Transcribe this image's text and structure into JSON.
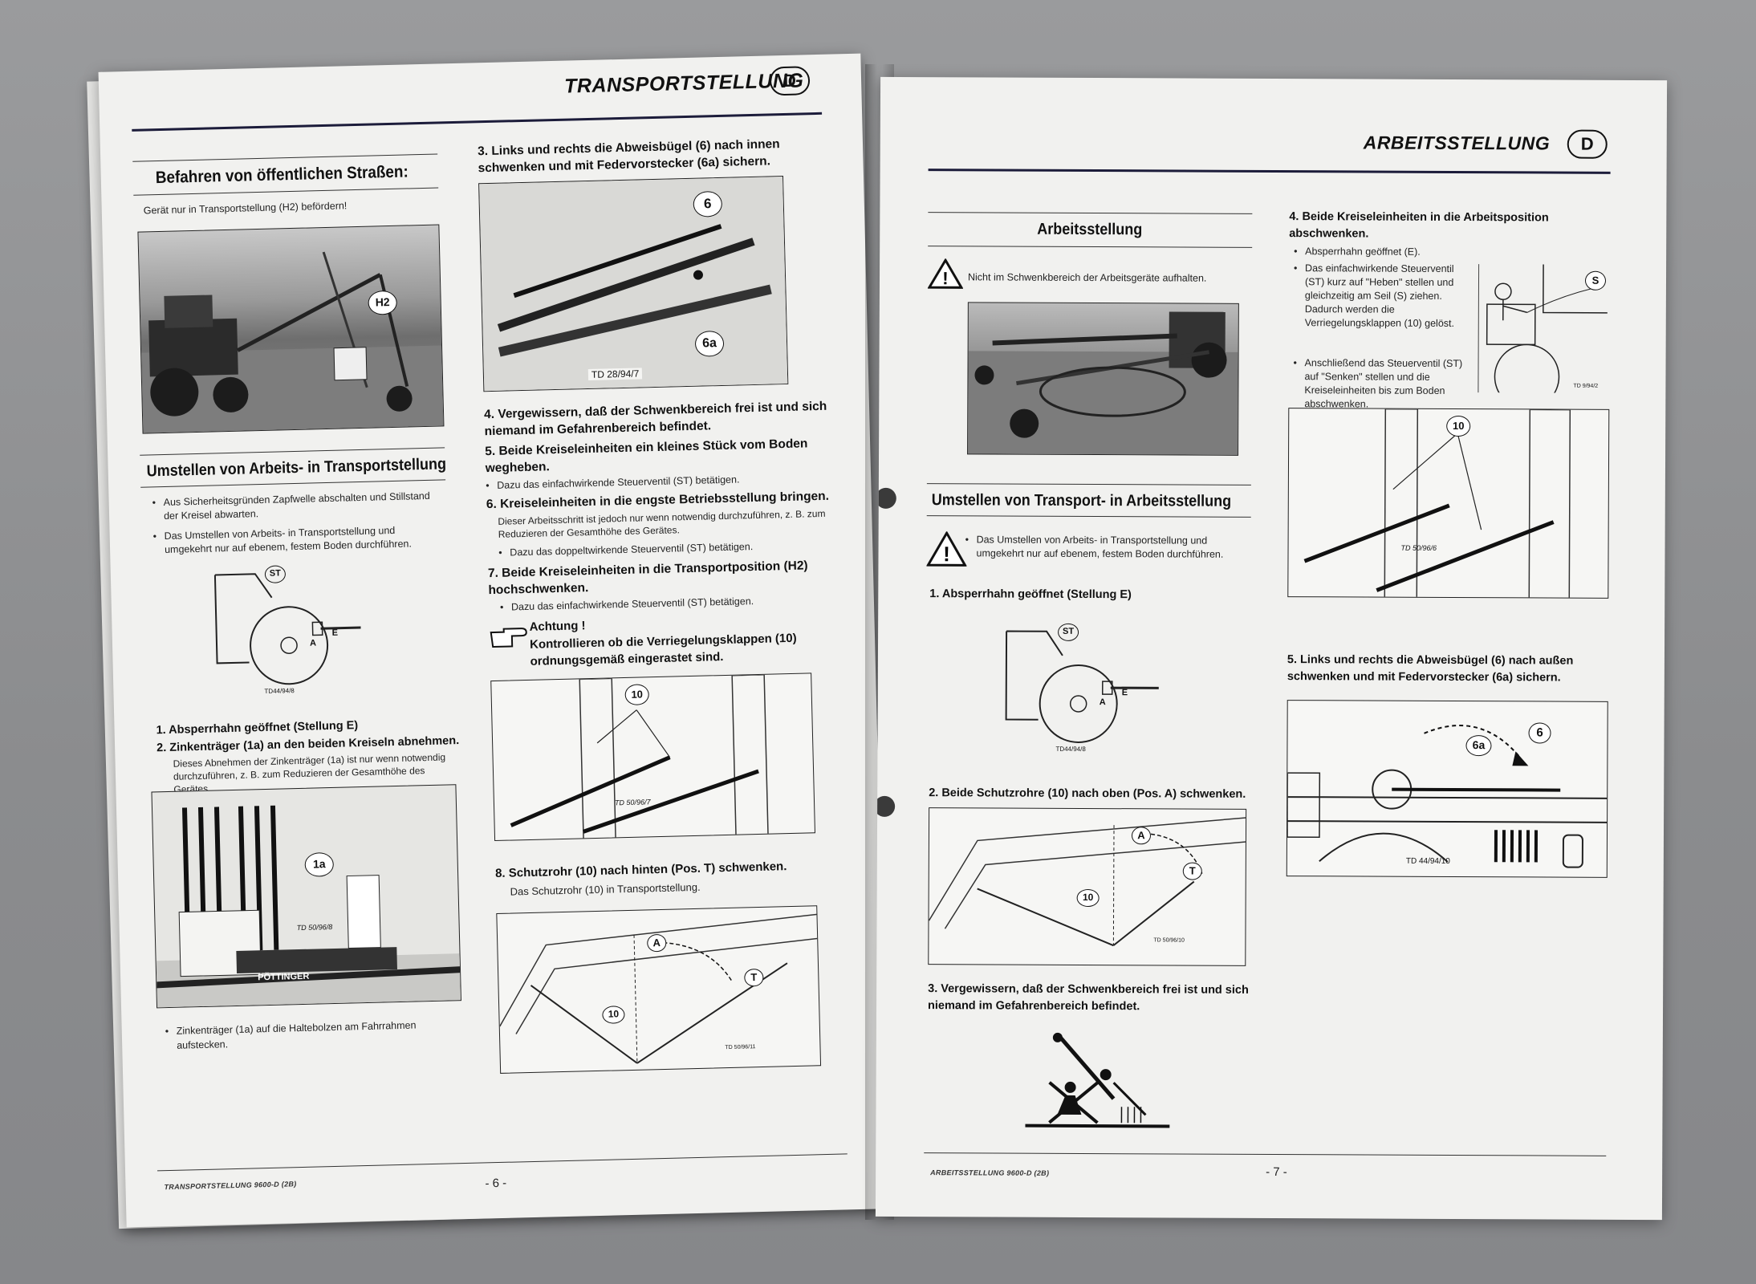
{
  "left_page": {
    "header_title": "TRANSPORTSTELLUNG",
    "header_badge": "D",
    "sec1_title": "Befahren von öffentlichen Straßen:",
    "sec1_note": "Gerät nur in Transportstellung (H2) befördern!",
    "photo1_label": "H2",
    "sec2_title": "Umstellen von Arbeits- in Transportstellung",
    "sec2_bullets": [
      "Aus Sicherheitsgründen Zapfwelle abschalten und Stillstand der Kreisel abwarten.",
      "Das Umstellen von Arbeits- in Transportstellung und umgekehrt nur auf ebenem, festem Boden durchführen."
    ],
    "fig_tractor_labels": {
      "st": "ST",
      "a": "A",
      "e": "E",
      "code": "TD44/94/8"
    },
    "step1": "1. Absperrhahn geöffnet (Stellung E)",
    "step2": "2. Zinkenträger (1a) an den beiden Kreiseln abnehmen.",
    "step2_note": "Dieses Abnehmen der Zinkenträger (1a) ist nur wenn notwendig durchzuführen, z. B. zum Reduzieren der Gesamthöhe des Gerätes.",
    "photo2_label": "1a",
    "photo2_code": "TD 50/96/8",
    "photo2_brand": "PÖTTINGER",
    "sec2_last_bullet": "Zinkenträger (1a) auf die Haltebolzen am Fahrrahmen aufstecken.",
    "step3": "3. Links und rechts die Abweisbügel (6) nach innen schwenken und mit Federvorstecker (6a) sichern.",
    "fig6_labels": {
      "six": "6",
      "sixa": "6a",
      "code": "TD 28/94/7"
    },
    "step4": "4. Vergewissern, daß der Schwenkbereich frei ist und sich niemand im Gefahrenbereich befindet.",
    "step5": "5. Beide Kreiseleinheiten ein kleines Stück vom Boden wegheben.",
    "step5_bullet": "Dazu das einfachwirkende Steuerventil (ST) betätigen.",
    "step6": "6. Kreiseleinheiten in die engste Betriebsstellung bringen.",
    "step6_note": "Dieser Arbeitsschritt ist jedoch nur wenn notwendig durchzuführen, z. B. zum Reduzieren der Gesamthöhe des Gerätes.",
    "step6_bullet": "Dazu das doppeltwirkende Steuerventil (ST) betätigen.",
    "step7": "7. Beide Kreiseleinheiten in die Transportposition (H2) hochschwenken.",
    "step7_bullet": "Dazu das einfachwirkende Steuerventil (ST) betätigen.",
    "achtung": "Achtung !",
    "achtung_text": "Kontrollieren ob die Verriegelungsklappen (10) ordnungsgemäß eingerastet sind.",
    "fig10_labels": {
      "ten": "10",
      "code": "TD 50/96/7"
    },
    "step8": "8. Schutzrohr (10) nach hinten (Pos. T) schwenken.",
    "step8_note": "Das Schutzrohr (10) in Transportstellung.",
    "fig_tube_labels": {
      "a": "A",
      "t": "T",
      "ten": "10",
      "code": "TD 50/96/11"
    },
    "footer": "TRANSPORTSTELLUNG 9600-D (2B)",
    "page_number": "- 6 -"
  },
  "right_page": {
    "header_title": "ARBEITSSTELLUNG",
    "header_badge": "D",
    "sec1_title": "Arbeitsstellung",
    "warn1": "Nicht im Schwenkbereich der Arbeitsgeräte aufhalten.",
    "sec2_title": "Umstellen von Transport- in Arbeitsstellung",
    "warn2": "Das Umstellen von Arbeits- in Transportstellung und umgekehrt nur auf ebenem, festem Boden durchführen.",
    "step1": "1. Absperrhahn geöffnet (Stellung E)",
    "fig_tractor_labels": {
      "st": "ST",
      "a": "A",
      "e": "E",
      "code": "TD44/94/8"
    },
    "step2": "2. Beide Schutzrohre (10) nach oben (Pos. A) schwenken.",
    "fig_tube_labels": {
      "a": "A",
      "t": "T",
      "ten": "10",
      "code": "TD 50/96/10"
    },
    "step3": "3. Vergewissern, daß der Schwenkbereich frei ist und sich niemand im Gefahrenbereich befindet.",
    "step4": "4. Beide Kreiseleinheiten in die Arbeitsposition abschwenken.",
    "step4_bullets": [
      "Absperrhahn geöffnet (E).",
      "Das einfachwirkende Steuerventil (ST) kurz auf \"Heben\" stellen und gleichzeitig am Seil (S) ziehen. Dadurch werden die Verriegelungsklappen (10) gelöst.",
      "Anschließend das Steuerventil (ST) auf \"Senken\" stellen und die Kreiseleinheiten bis zum Boden abschwenken."
    ],
    "fig_s_labels": {
      "s": "S",
      "code": "TD 9/94/2"
    },
    "fig10_labels": {
      "ten": "10",
      "code": "TD 50/96/6"
    },
    "step5": "5. Links und rechts die Abweisbügel (6) nach außen schwenken und mit Federvorstecker (6a) sichern.",
    "fig6_labels": {
      "six": "6",
      "sixa": "6a",
      "code": "TD 44/94/10"
    },
    "footer": "ARBEITSSTELLUNG 9600-D (2B)",
    "page_number": "- 7 -"
  }
}
